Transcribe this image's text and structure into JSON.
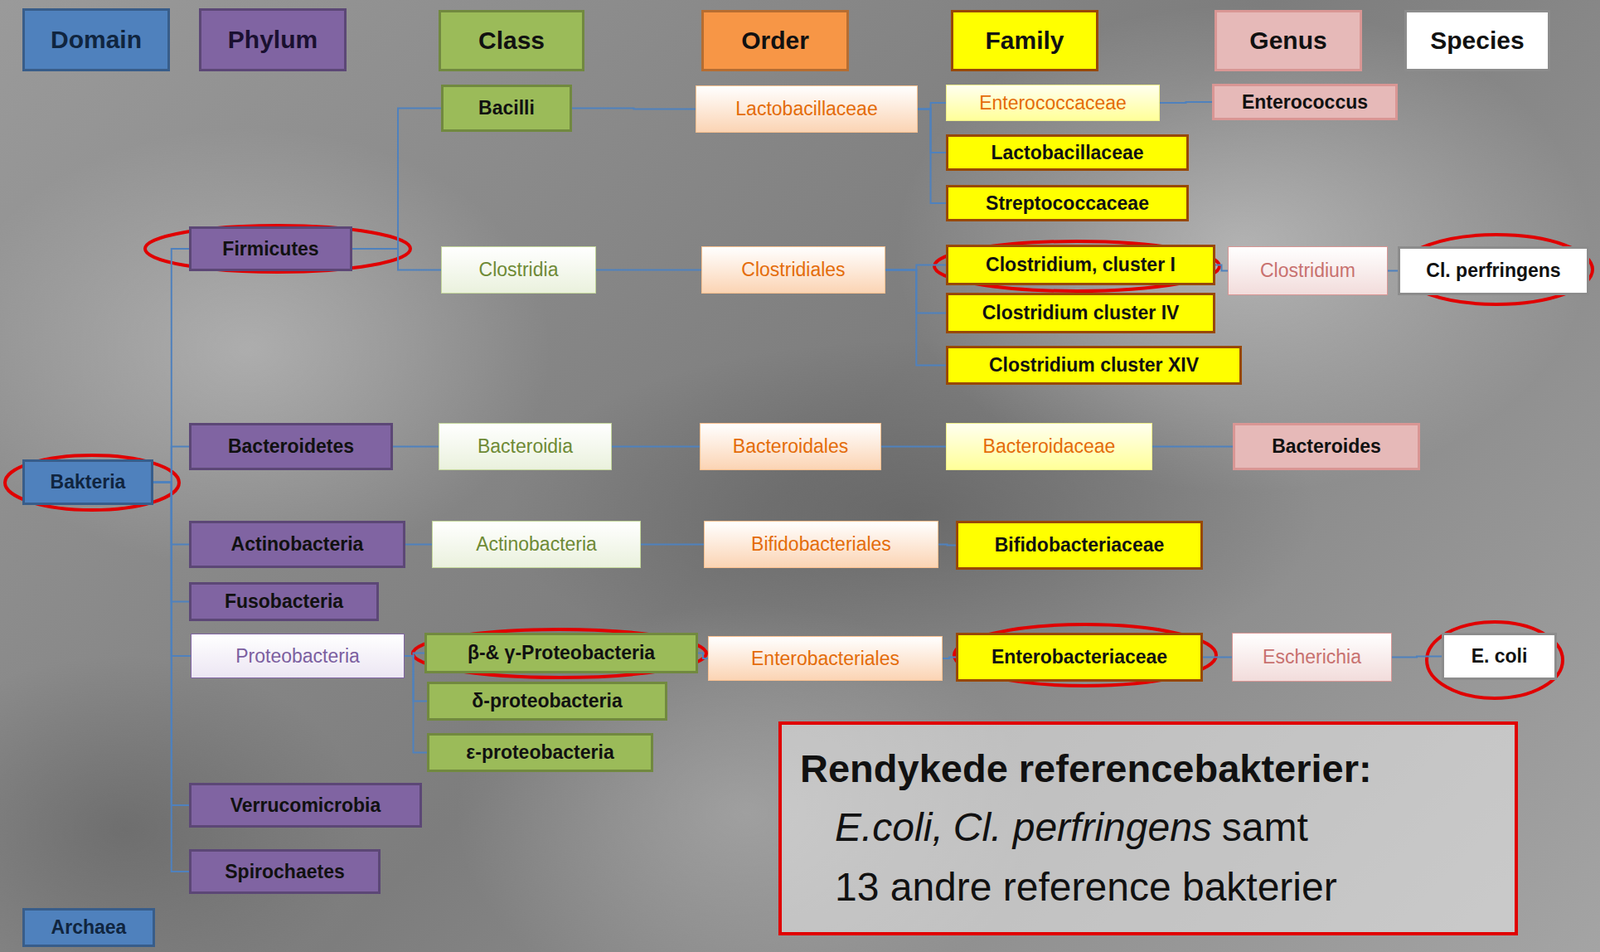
{
  "diagram": {
    "nodes": [
      {
        "text": [
          "Domain"
        ]
      },
      {
        "text": [
          "Phylum"
        ]
      },
      {
        "text": [
          "Class"
        ]
      },
      {
        "text": [
          "Order"
        ]
      },
      {
        "text": [
          "Family"
        ]
      },
      {
        "text": [
          "Genus"
        ]
      },
      {
        "text": [
          "Species"
        ]
      },
      {
        "text": [
          "Bacilli"
        ]
      },
      {
        "text": [
          "Lactobacillaceae"
        ]
      },
      {
        "text": [
          "Enterococcaceae"
        ]
      },
      {
        "text": [
          "Enterococcus"
        ]
      },
      {
        "text": [
          "Lactobacillaceae"
        ]
      },
      {
        "text": [
          "Streptococcaceae"
        ]
      },
      {
        "text": [
          "Firmicutes"
        ]
      },
      {
        "text": [
          "Clostridia"
        ]
      },
      {
        "text": [
          "Clostridiales"
        ]
      },
      {
        "text": [
          "Clostridium, cluster I"
        ]
      },
      {
        "text": [
          "Clostridium"
        ]
      },
      {
        "text": [
          "Cl. perfringens"
        ]
      },
      {
        "text": [
          "Clostridium cluster IV"
        ]
      },
      {
        "text": [
          "Clostridium cluster XIV"
        ]
      },
      {
        "text": [
          "Bacteroidetes"
        ]
      },
      {
        "text": [
          "Bacteroidia"
        ]
      },
      {
        "text": [
          "Bacteroidales"
        ]
      },
      {
        "text": [
          "Bacteroidaceae"
        ]
      },
      {
        "text": [
          "Bacteroides"
        ]
      },
      {
        "text": [
          "Bakteria"
        ]
      },
      {
        "text": [
          "Actinobacteria"
        ]
      },
      {
        "text": [
          "Actinobacteria"
        ]
      },
      {
        "text": [
          "Bifidobacteriales"
        ]
      },
      {
        "text": [
          "Bifidobacteriaceae"
        ]
      },
      {
        "text": [
          "Fusobacteria"
        ]
      },
      {
        "text": [
          "Proteobacteria"
        ]
      },
      {
        "text": [
          "β-& γ-Proteobacteria"
        ]
      },
      {
        "text": [
          "Enterobacteriales"
        ]
      },
      {
        "text": [
          "Enterobacteriaceae"
        ]
      },
      {
        "text": [
          "Escherichia"
        ]
      },
      {
        "text": [
          "E. coli"
        ]
      },
      {
        "text": [
          "δ-proteobacteria"
        ]
      },
      {
        "text": [
          "ε-proteobacteria"
        ]
      },
      {
        "text": [
          "Rendykede referencebakterier:",
          "E.coli,",
          "Cl. perfringens",
          "samt",
          "13 andre reference bakterier"
        ]
      },
      {
        "text": [
          "Verrucomicrobia"
        ]
      },
      {
        "text": [
          "Spirochaetes"
        ]
      },
      {
        "text": [
          "Archaea"
        ]
      }
    ],
    "edges": [
      {
        "from": 26,
        "to": 13,
        "arrow": "none"
      },
      {
        "from": 26,
        "to": 21,
        "arrow": "none"
      },
      {
        "from": 26,
        "to": 27,
        "arrow": "none"
      },
      {
        "from": 26,
        "to": 31,
        "arrow": "none"
      },
      {
        "from": 26,
        "to": 32,
        "arrow": "none"
      },
      {
        "from": 26,
        "to": 41,
        "arrow": "none"
      },
      {
        "from": 26,
        "to": 42,
        "arrow": "none"
      },
      {
        "from": 13,
        "to": 7,
        "arrow": "none"
      },
      {
        "from": 13,
        "to": 14,
        "arrow": "none"
      },
      {
        "from": 7,
        "to": 8,
        "arrow": "none"
      },
      {
        "from": 8,
        "to": 9,
        "arrow": "none"
      },
      {
        "from": 8,
        "to": 11,
        "arrow": "none"
      },
      {
        "from": 8,
        "to": 12,
        "arrow": "none"
      },
      {
        "from": 9,
        "to": 10,
        "arrow": "none"
      },
      {
        "from": 14,
        "to": 15,
        "arrow": "none"
      },
      {
        "from": 15,
        "to": 16,
        "arrow": "none"
      },
      {
        "from": 15,
        "to": 19,
        "arrow": "none"
      },
      {
        "from": 15,
        "to": 20,
        "arrow": "none"
      },
      {
        "from": 16,
        "to": 17,
        "arrow": "none"
      },
      {
        "from": 17,
        "to": 18,
        "arrow": "none"
      },
      {
        "from": 21,
        "to": 22,
        "arrow": "none"
      },
      {
        "from": 22,
        "to": 23,
        "arrow": "none"
      },
      {
        "from": 23,
        "to": 24,
        "arrow": "none"
      },
      {
        "from": 24,
        "to": 25,
        "arrow": "none"
      },
      {
        "from": 27,
        "to": 28,
        "arrow": "none"
      },
      {
        "from": 28,
        "to": 29,
        "arrow": "none"
      },
      {
        "from": 29,
        "to": 30,
        "arrow": "none"
      },
      {
        "from": 32,
        "to": 33,
        "arrow": "none"
      },
      {
        "from": 32,
        "to": 38,
        "arrow": "none"
      },
      {
        "from": 32,
        "to": 39,
        "arrow": "none"
      },
      {
        "from": 33,
        "to": 34,
        "arrow": "none"
      },
      {
        "from": 34,
        "to": 35,
        "arrow": "none"
      },
      {
        "from": 35,
        "to": 36,
        "arrow": "none"
      },
      {
        "from": 36,
        "to": 37,
        "arrow": "none"
      }
    ]
  }
}
